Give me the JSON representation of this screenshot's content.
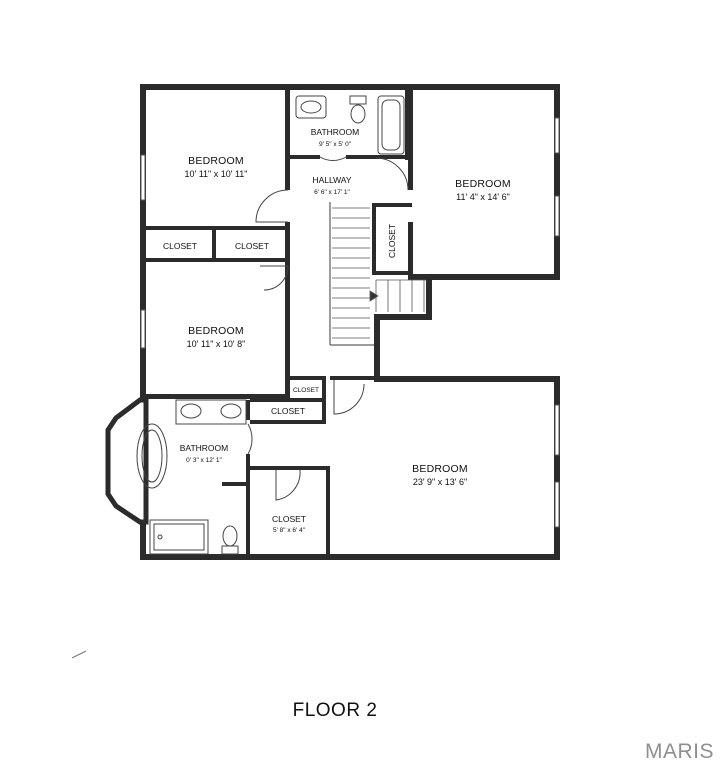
{
  "rooms": {
    "bedroom_nw": {
      "name": "BEDROOM",
      "dims": "10' 11\" x 10' 11\""
    },
    "bedroom_ne": {
      "name": "BEDROOM",
      "dims": "11' 4\" x 14' 6\""
    },
    "bedroom_w": {
      "name": "BEDROOM",
      "dims": "10' 11\" x 10' 8\""
    },
    "bedroom_se": {
      "name": "BEDROOM",
      "dims": "23' 9\" x 13' 6\""
    },
    "bathroom_top": {
      "name": "BATHROOM",
      "dims": "9' 5\" x 5' 0\""
    },
    "bathroom_sw": {
      "name": "BATHROOM",
      "dims": "0' 3\" x 12' 1\""
    },
    "hallway": {
      "name": "HALLWAY",
      "dims": "6' 6\" x 17' 1\""
    },
    "closet_a": {
      "name": "CLOSET"
    },
    "closet_b": {
      "name": "CLOSET"
    },
    "closet_stair": {
      "name": "CLOSET"
    },
    "closet_small": {
      "name": "CLOSET"
    },
    "closet_mid": {
      "name": "CLOSET"
    },
    "closet_walkin": {
      "name": "CLOSET",
      "dims": "5' 8\" x 6' 4\""
    }
  },
  "floor_label": "FLOOR 2",
  "brand": "MARIS"
}
